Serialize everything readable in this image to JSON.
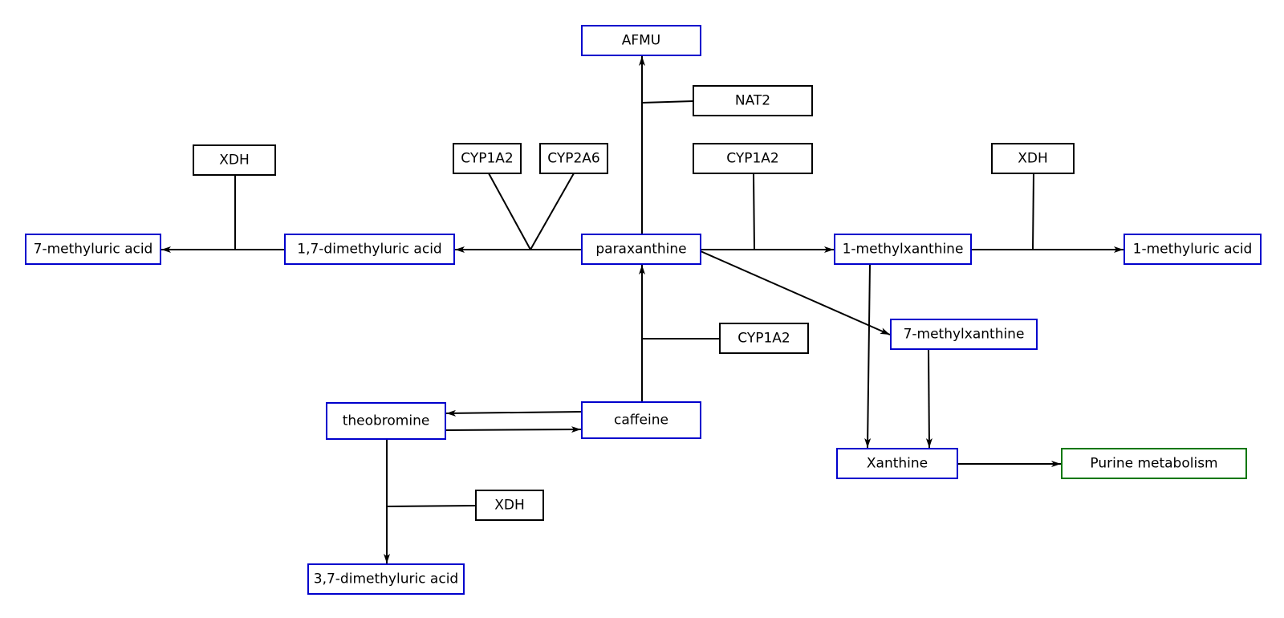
{
  "colors": {
    "metabolite": "#0000cc",
    "enzyme": "#000000",
    "pathway": "#007700",
    "edge": "#000000"
  },
  "nodes": [
    {
      "id": "afmu",
      "label": "AFMU",
      "kind": "metabolite"
    },
    {
      "id": "nat2",
      "label": "NAT2",
      "kind": "enzyme"
    },
    {
      "id": "xdh-left",
      "label": "XDH",
      "kind": "enzyme"
    },
    {
      "id": "cyp1a2-a",
      "label": "CYP1A2",
      "kind": "enzyme"
    },
    {
      "id": "cyp2a6",
      "label": "CYP2A6",
      "kind": "enzyme"
    },
    {
      "id": "cyp1a2-b",
      "label": "CYP1A2",
      "kind": "enzyme"
    },
    {
      "id": "xdh-right",
      "label": "XDH",
      "kind": "enzyme"
    },
    {
      "id": "7-methyluric-acid",
      "label": "7-methyluric acid",
      "kind": "metabolite"
    },
    {
      "id": "1-7-dimethyluric-acid",
      "label": "1,7-dimethyluric acid",
      "kind": "metabolite"
    },
    {
      "id": "paraxanthine",
      "label": "paraxanthine",
      "kind": "metabolite"
    },
    {
      "id": "1-methylxanthine",
      "label": "1-methylxanthine",
      "kind": "metabolite"
    },
    {
      "id": "1-methyluric-acid",
      "label": "1-methyluric acid",
      "kind": "metabolite"
    },
    {
      "id": "cyp1a2-c",
      "label": "CYP1A2",
      "kind": "enzyme"
    },
    {
      "id": "7-methylxanthine",
      "label": "7-methylxanthine",
      "kind": "metabolite"
    },
    {
      "id": "theobromine",
      "label": "theobromine",
      "kind": "metabolite"
    },
    {
      "id": "caffeine",
      "label": "caffeine",
      "kind": "metabolite"
    },
    {
      "id": "xanthine",
      "label": "Xanthine",
      "kind": "metabolite"
    },
    {
      "id": "purine-metabolism",
      "label": "Purine metabolism",
      "kind": "pathway"
    },
    {
      "id": "xdh-bottom",
      "label": "XDH",
      "kind": "enzyme"
    },
    {
      "id": "3-7-dimethyluric-acid",
      "label": "3,7-dimethyluric acid",
      "kind": "metabolite"
    }
  ],
  "edges": [
    {
      "id": "paraxanthine-to-afmu",
      "from": "paraxanthine",
      "to": "afmu",
      "arrow": true
    },
    {
      "id": "nat2-catalysis",
      "from": "nat2",
      "to": "paraxanthine-to-afmu",
      "arrow": false
    },
    {
      "id": "paraxanthine-to-1-7-dimethyluric-acid",
      "from": "paraxanthine",
      "to": "1-7-dimethyluric-acid",
      "arrow": true
    },
    {
      "id": "cyp1a2-a-catalysis",
      "from": "cyp1a2-a",
      "to": "paraxanthine-to-1-7-dimethyluric-acid",
      "arrow": false
    },
    {
      "id": "cyp2a6-catalysis",
      "from": "cyp2a6",
      "to": "paraxanthine-to-1-7-dimethyluric-acid",
      "arrow": false
    },
    {
      "id": "1-7-dimethyluric-acid-to-7-methyluric-acid",
      "from": "1-7-dimethyluric-acid",
      "to": "7-methyluric-acid",
      "arrow": true
    },
    {
      "id": "xdh-left-catalysis",
      "from": "xdh-left",
      "to": "1-7-dimethyluric-acid-to-7-methyluric-acid",
      "arrow": false
    },
    {
      "id": "paraxanthine-to-1-methylxanthine",
      "from": "paraxanthine",
      "to": "1-methylxanthine",
      "arrow": true
    },
    {
      "id": "cyp1a2-b-catalysis",
      "from": "cyp1a2-b",
      "to": "paraxanthine-to-1-methylxanthine",
      "arrow": false
    },
    {
      "id": "1-methylxanthine-to-1-methyluric-acid",
      "from": "1-methylxanthine",
      "to": "1-methyluric-acid",
      "arrow": true
    },
    {
      "id": "xdh-right-catalysis",
      "from": "xdh-right",
      "to": "1-methylxanthine-to-1-methyluric-acid",
      "arrow": false
    },
    {
      "id": "paraxanthine-to-7-methylxanthine",
      "from": "paraxanthine",
      "to": "7-methylxanthine",
      "arrow": true
    },
    {
      "id": "caffeine-to-paraxanthine",
      "from": "caffeine",
      "to": "paraxanthine",
      "arrow": true
    },
    {
      "id": "cyp1a2-c-catalysis",
      "from": "cyp1a2-c",
      "to": "caffeine-to-paraxanthine",
      "arrow": false
    },
    {
      "id": "caffeine-to-theobromine",
      "from": "caffeine",
      "to": "theobromine",
      "arrow": true
    },
    {
      "id": "theobromine-to-caffeine",
      "from": "theobromine",
      "to": "caffeine",
      "arrow": true
    },
    {
      "id": "1-methylxanthine-to-xanthine",
      "from": "1-methylxanthine",
      "to": "xanthine",
      "arrow": true
    },
    {
      "id": "7-methylxanthine-to-xanthine",
      "from": "7-methylxanthine",
      "to": "xanthine",
      "arrow": true
    },
    {
      "id": "xanthine-to-purine-metabolism",
      "from": "xanthine",
      "to": "purine-metabolism",
      "arrow": true
    },
    {
      "id": "theobromine-to-3-7-dimethyluric-acid",
      "from": "theobromine",
      "to": "3-7-dimethyluric-acid",
      "arrow": true
    },
    {
      "id": "xdh-bottom-catalysis",
      "from": "xdh-bottom",
      "to": "theobromine-to-3-7-dimethyluric-acid",
      "arrow": false
    }
  ]
}
